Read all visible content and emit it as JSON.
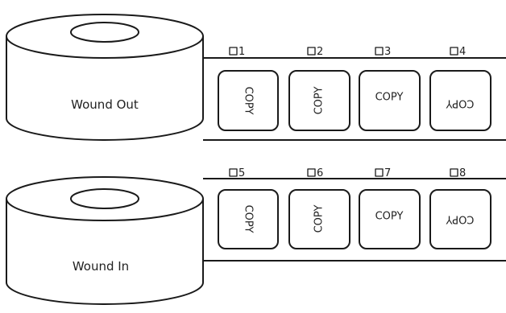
{
  "colors": {
    "stroke": "#1a1a1a",
    "background": "#ffffff"
  },
  "rolls": [
    {
      "label": "Wound Out",
      "options": [
        {
          "number": "1",
          "copy": "COPY",
          "orientation": "rotated-90-cw"
        },
        {
          "number": "2",
          "copy": "COPY",
          "orientation": "rotated-90-ccw"
        },
        {
          "number": "3",
          "copy": "COPY",
          "orientation": "upright"
        },
        {
          "number": "4",
          "copy": "COPY",
          "orientation": "upside-down"
        }
      ]
    },
    {
      "label": "Wound In",
      "options": [
        {
          "number": "5",
          "copy": "COPY",
          "orientation": "rotated-90-cw"
        },
        {
          "number": "6",
          "copy": "COPY",
          "orientation": "rotated-90-ccw"
        },
        {
          "number": "7",
          "copy": "COPY",
          "orientation": "upright"
        },
        {
          "number": "8",
          "copy": "COPY",
          "orientation": "upside-down"
        }
      ]
    }
  ]
}
